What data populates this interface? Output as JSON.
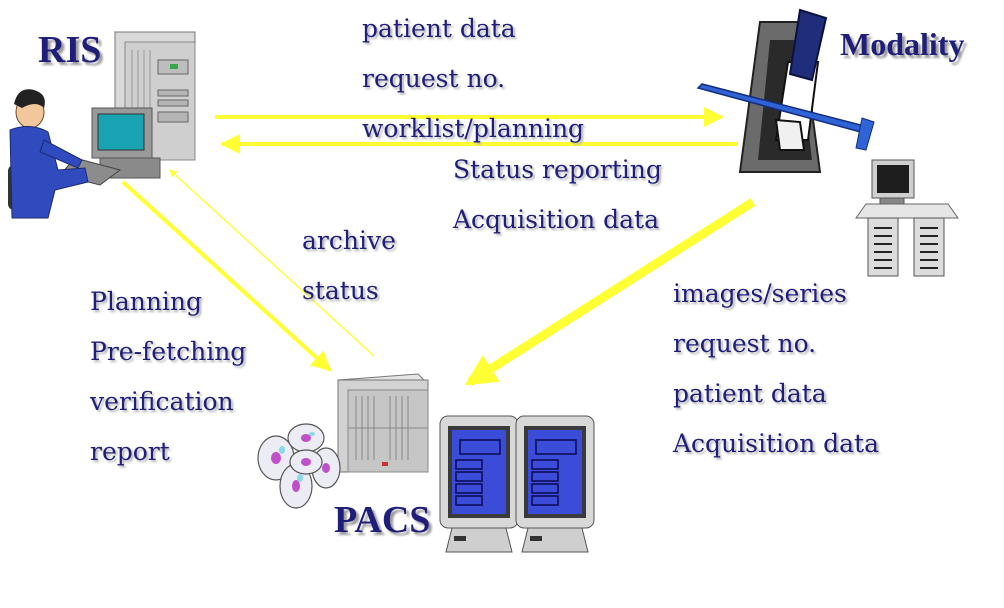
{
  "nodes": {
    "ris": "RIS",
    "modality": "Modality",
    "pacs": "PACS"
  },
  "flows": {
    "ris_to_modality": [
      "patient data",
      "request no.",
      "worklist/planning"
    ],
    "modality_to_ris": [
      "Status reporting",
      "Acquisition data"
    ],
    "pacs_to_ris": [
      "archive",
      "status"
    ],
    "ris_to_pacs": [
      "Planning",
      "Pre-fetching",
      "verification",
      "report"
    ],
    "modality_to_pacs": [
      "images/series",
      "request no.",
      "patient data",
      "Acquisition data"
    ]
  },
  "colors": {
    "arrow": "#ffff33",
    "text": "#1f1f7a"
  },
  "icons": [
    "ris-workstation-icon",
    "modality-scanner-icon",
    "modality-console-icon",
    "pacs-archive-icon",
    "pacs-discs-icon",
    "pacs-monitor-icon"
  ]
}
